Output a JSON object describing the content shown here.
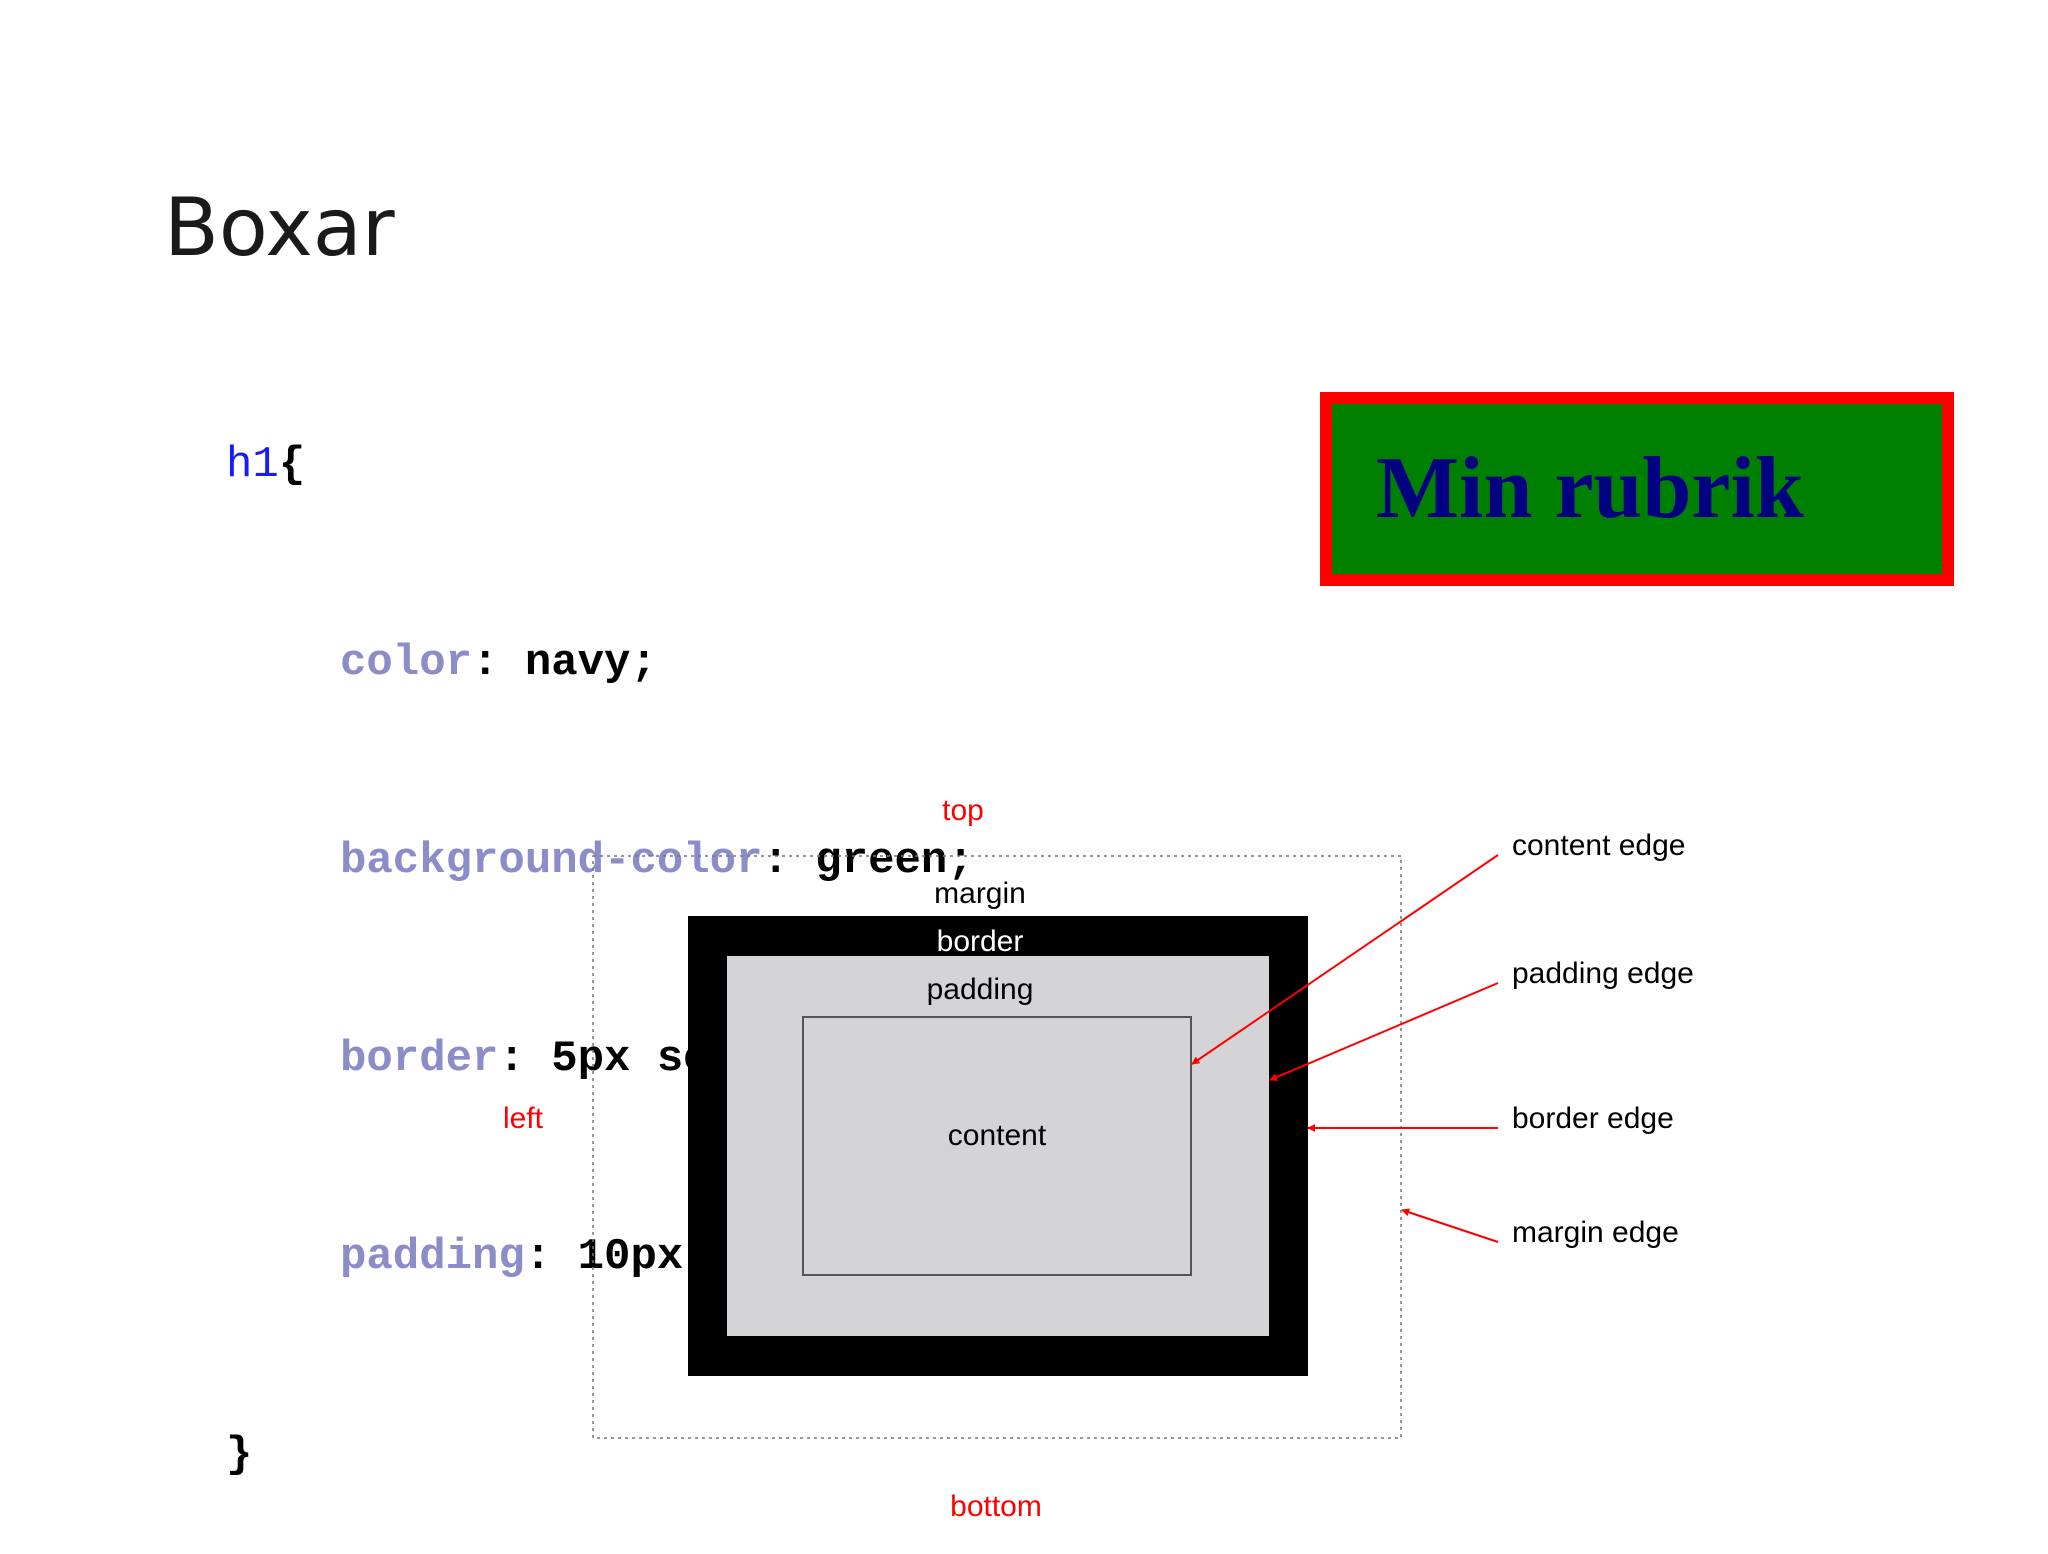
{
  "slide": {
    "title": "Boxar"
  },
  "code": {
    "selector": "h1",
    "open_brace": "{",
    "close_brace": "}",
    "declarations": [
      {
        "property": "color",
        "value": "navy;"
      },
      {
        "property": "background-color",
        "value": "green;"
      },
      {
        "property": "border",
        "value": "5px solid red;"
      },
      {
        "property": "padding",
        "value": "10px;"
      }
    ]
  },
  "demo": {
    "heading_text": "Min rubrik",
    "text_color": "#000080",
    "background_color": "#008000",
    "border_color": "#ff0000"
  },
  "box_model": {
    "side_labels": {
      "top": "top",
      "left": "left",
      "bottom": "bottom"
    },
    "layer_labels": {
      "margin": "margin",
      "border": "border",
      "padding": "padding",
      "content": "content"
    },
    "edge_labels": {
      "content_edge": "content edge",
      "padding_edge": "padding edge",
      "border_edge": "border edge",
      "margin_edge": "margin edge"
    },
    "colors": {
      "arrow": "#ff0000",
      "border": "#000000",
      "padding": "#d4d4d6",
      "side_label": "#ff0000"
    }
  }
}
